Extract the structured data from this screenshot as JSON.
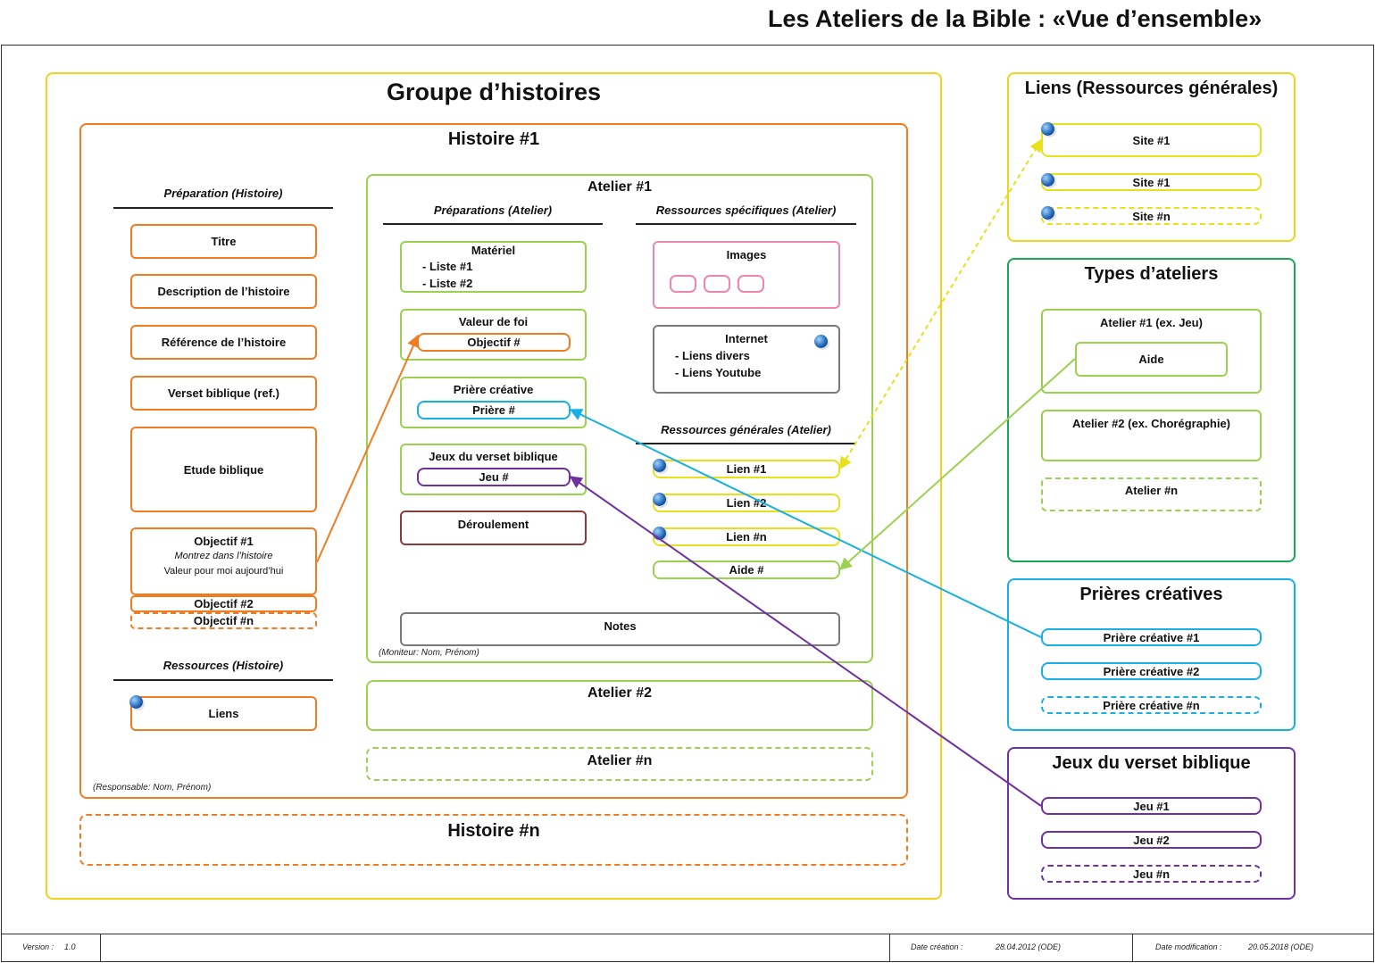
{
  "title": "Les Ateliers de la Bible : «Vue d’ensemble»",
  "groupe": {
    "title": "Groupe d’histoires",
    "histoire1": {
      "title": "Histoire #1",
      "prep_header": "Préparation (Histoire)",
      "titre": "Titre",
      "description": "Description de l’histoire",
      "reference": "Référence de l’histoire",
      "verset": "Verset biblique (ref.)",
      "etude": "Etude biblique",
      "objectif1_title": "Objectif #1",
      "objectif1_line1": "Montrez dans l’histoire",
      "objectif1_line2": "Valeur pour moi aujourd’hui",
      "objectif2": "Objectif #2",
      "objectifn": "Objectif #n",
      "ressources_header": "Ressources (Histoire)",
      "liens": "Liens",
      "responsable": "(Responsable: Nom, Prénom)",
      "atelier1": {
        "title": "Atelier #1",
        "prep_header": "Préparations (Atelier)",
        "materiel_title": "Matériel",
        "materiel_items": [
          "- Liste #1",
          "- Liste #2"
        ],
        "valeur_title": "Valeur de foi",
        "objectif": "Objectif #",
        "priere_title": "Prière créative",
        "priere": "Prière #",
        "jeux_title": "Jeux du verset biblique",
        "jeu": "Jeu #",
        "deroulement": "Déroulement",
        "res_spec_header": "Ressources spécifiques (Atelier)",
        "images_title": "Images",
        "internet_title": "Internet",
        "internet_items": [
          "- Liens divers",
          "- Liens Youtube"
        ],
        "res_gen_header": "Ressources générales (Atelier)",
        "lien1": "Lien #1",
        "lien2": "Lien #2",
        "lienn": "Lien #n",
        "aide": "Aide #",
        "notes": "Notes",
        "moniteur": "(Moniteur: Nom, Prénom)"
      },
      "atelier2": "Atelier #2",
      "ateliern": "Atelier #n"
    },
    "histoiren": "Histoire #n"
  },
  "liens_generales": {
    "title": "Liens (Ressources générales)",
    "site1a": "Site #1",
    "site1b": "Site #1",
    "siten": "Site #n"
  },
  "types_ateliers": {
    "title": "Types d’ateliers",
    "atelier1": "Atelier #1 (ex. Jeu)",
    "aide": "Aide",
    "atelier2": "Atelier #2 (ex. Chorégraphie)",
    "ateliern": "Atelier #n"
  },
  "prieres": {
    "title": "Prières créatives",
    "p1": "Prière créative #1",
    "p2": "Prière créative #2",
    "pn": "Prière créative #n"
  },
  "jeux": {
    "title": "Jeux du verset biblique",
    "j1": "Jeu #1",
    "j2": "Jeu #2",
    "jn": "Jeu #n"
  },
  "footer": {
    "version_label": "Version :",
    "version": "1.0",
    "creation_label": "Date création :",
    "creation": "28.04.2012 (ODE)",
    "modif_label": "Date modification :",
    "modif": "20.05.2018 (ODE)"
  },
  "colors": {
    "yellow": "#f2d21a",
    "orange": "#f07c22",
    "light_green": "#9bd14f",
    "dark_green": "#1aa855",
    "blue": "#18b0e4",
    "purple": "#7030a0",
    "pink": "#ec86b0",
    "brown": "#8b3a3a",
    "gray": "#7a7a7a"
  }
}
